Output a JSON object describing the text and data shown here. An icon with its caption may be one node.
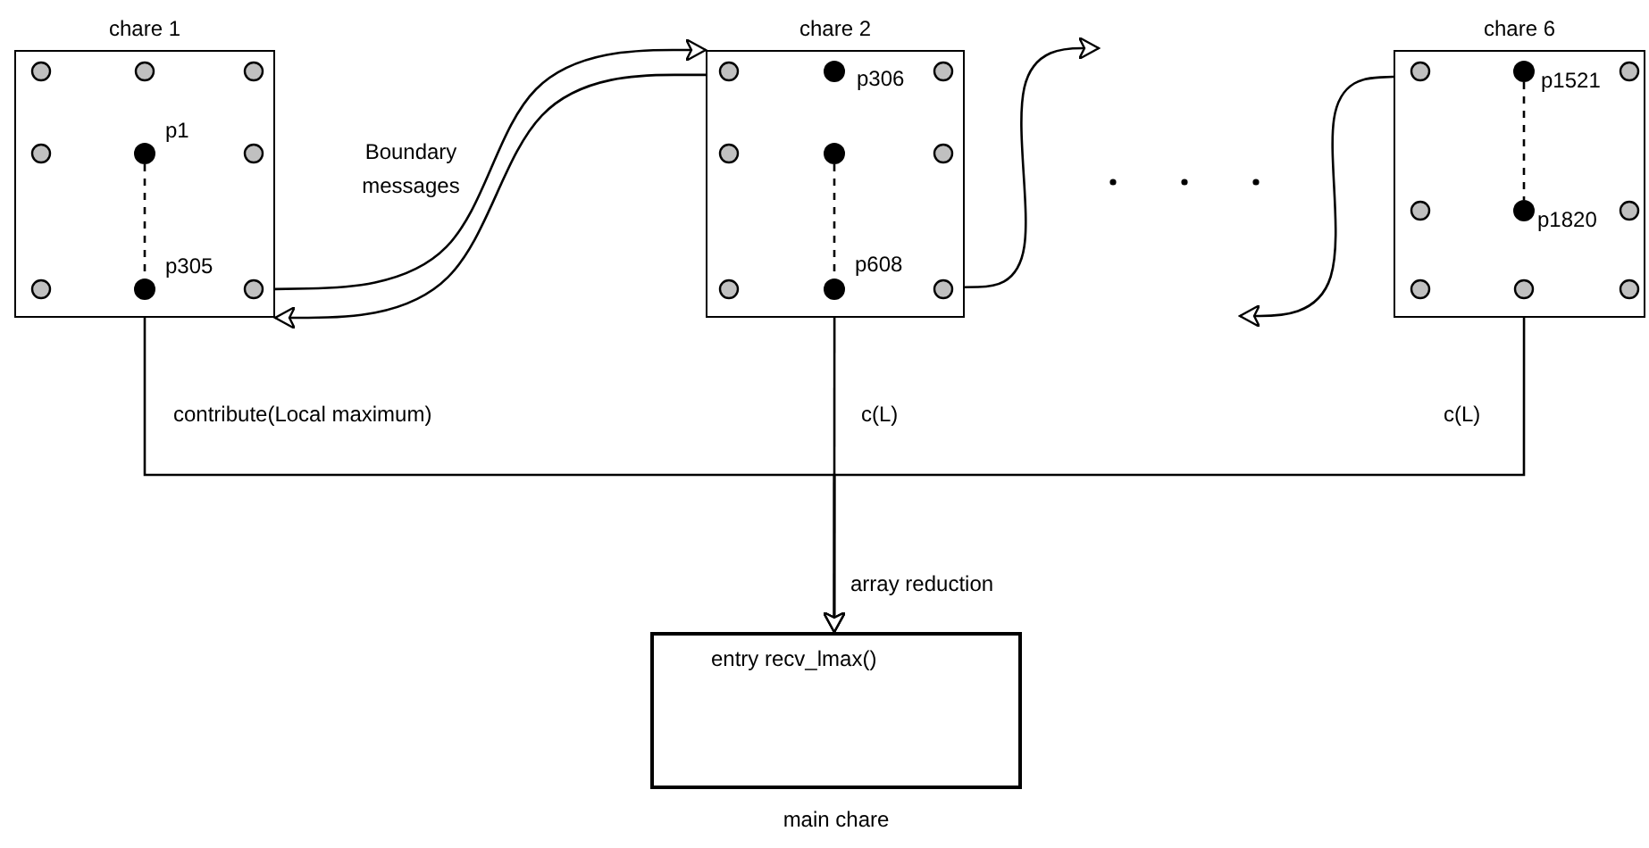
{
  "diagram": {
    "nodes": [
      {
        "text": [
          "chare 1"
        ]
      },
      {
        "text": [],
        "shape": "circle",
        "in": 0,
        "beside": [
          "p1"
        ]
      },
      {
        "text": [],
        "shape": "circle",
        "in": 0,
        "beside": [
          "p305"
        ]
      },
      {
        "text": [
          "chare 2"
        ]
      },
      {
        "text": [],
        "shape": "circle",
        "in": 3,
        "beside": [
          "p306"
        ]
      },
      {
        "text": [],
        "shape": "circle",
        "in": 3
      },
      {
        "text": [],
        "shape": "circle",
        "in": 3,
        "beside": [
          "p608"
        ]
      },
      {
        "text": [
          "chare 6"
        ]
      },
      {
        "text": [],
        "shape": "circle",
        "in": 7,
        "beside": [
          "p1521"
        ]
      },
      {
        "text": [],
        "shape": "circle",
        "in": 7,
        "beside": [
          "p1820"
        ]
      },
      {
        "text": [
          "entry recv_lmax()",
          "main chare"
        ]
      }
    ],
    "edges": [
      {
        "from": 1,
        "to": 2,
        "arrow": "none",
        "style": "dashed"
      },
      {
        "from": 5,
        "to": 6,
        "arrow": "none",
        "style": "dashed"
      },
      {
        "from": 8,
        "to": 9,
        "arrow": "none",
        "style": "dashed"
      },
      {
        "from": 0,
        "to": 3,
        "arrow": "to",
        "label": "Boundary messages"
      },
      {
        "from": 3,
        "to": 0,
        "arrow": "to"
      },
      {
        "from": 3,
        "to": null,
        "arrow": "to"
      },
      {
        "from": 7,
        "to": null,
        "arrow": "to"
      },
      {
        "from": 0,
        "to": 10,
        "arrow": "to",
        "label": "contribute(Local maximum)"
      },
      {
        "from": 3,
        "to": 10,
        "arrow": "to",
        "label": "c(L)"
      },
      {
        "from": 7,
        "to": 10,
        "arrow": "to",
        "label": "c(L)"
      }
    ],
    "labels": [
      "array reduction"
    ]
  }
}
